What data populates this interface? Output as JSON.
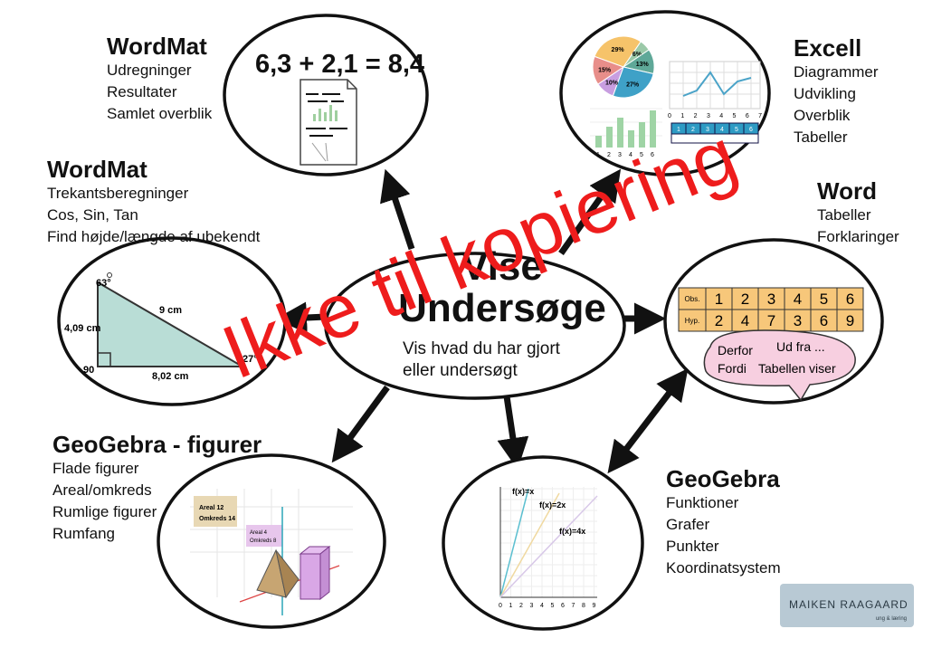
{
  "center": {
    "title_line1": "Vise",
    "title_line2": "Undersøge",
    "sub_line1": "Vis hvad du har gjort",
    "sub_line2": "eller undersøgt"
  },
  "nodes": {
    "wordmat_top": {
      "heading": "WordMat",
      "items": [
        "Udregninger",
        "Resultater",
        "Samlet overblik"
      ],
      "equation": "6,3 + 2,1 = 8,4"
    },
    "excell": {
      "heading": "Excell",
      "items": [
        "Diagrammer",
        "Udvikling",
        "Overblik",
        "Tabeller"
      ],
      "pie_labels": [
        "29%",
        "6%",
        "13%",
        "27%",
        "10%",
        "15%"
      ],
      "line_axis": [
        "0",
        "1",
        "2",
        "3",
        "4",
        "5",
        "6",
        "7"
      ],
      "bar_axis": [
        "1",
        "2",
        "3",
        "4",
        "5",
        "6"
      ],
      "table_cells": [
        "1",
        "2",
        "3",
        "4",
        "5",
        "6"
      ]
    },
    "wordmat_mid": {
      "heading": "WordMat",
      "items": [
        "Trekantsberegninger",
        "Cos, Sin, Tan",
        "Find højde/længde af ubekendt"
      ],
      "triangle": {
        "angle_top": "63°",
        "angle_bottom_left": "90",
        "angle_right": "27°",
        "hyp": "9 cm",
        "left": "4,09 cm",
        "bottom": "8,02 cm"
      }
    },
    "word": {
      "heading": "Word",
      "items": [
        "Tabeller",
        "Forklaringer"
      ],
      "table_rows": [
        {
          "label": "Obs.",
          "cells": [
            "1",
            "2",
            "3",
            "4",
            "5",
            "6"
          ]
        },
        {
          "label": "Hyp.",
          "cells": [
            "2",
            "4",
            "7",
            "3",
            "6",
            "9"
          ]
        }
      ],
      "bubble_words": [
        "Derfor",
        "Fordi",
        "Ud fra ...",
        "Tabellen viser"
      ]
    },
    "geogebra_figurer": {
      "heading": "GeoGebra - figurer",
      "items": [
        "Flade figurer",
        "Areal/omkreds",
        "Rumlige figurer",
        "Rumfang"
      ],
      "box1": [
        "Areal 12",
        "Omkreds 14"
      ],
      "box2": [
        "Areal 4",
        "Omkreds 8"
      ]
    },
    "geogebra": {
      "heading": "GeoGebra",
      "items": [
        "Funktioner",
        "Grafer",
        "Punkter",
        "Koordinatsystem"
      ],
      "function_labels": [
        "f(x)=x",
        "f(x)=2x",
        "f(x)=4x"
      ],
      "x_axis": [
        "0",
        "1",
        "2",
        "3",
        "4",
        "5",
        "6",
        "7",
        "8",
        "9"
      ]
    }
  },
  "watermark": "Ikke til kopiering",
  "brand": {
    "name": "MAIKEN RAAGAARD",
    "tag": "ung & læring"
  },
  "colors": {
    "watermark": "#ee1c1c",
    "word_table": "#f7c77a",
    "bubble": "#f7cfe0",
    "triangle": "#b9ddd6",
    "excel_table": "#2e9bc4"
  }
}
